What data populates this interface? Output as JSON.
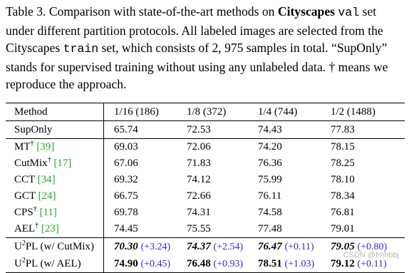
{
  "caption": {
    "label": "Table 3.",
    "text_a": "Comparison with state-of-the-art methods on",
    "dataset": "Cityscapes",
    "split_val": "val",
    "text_b": "set under different partition protocols. All labeled images are selected from the Cityscapes",
    "split_train": "train",
    "text_c": "set, which consists of 2, 975 samples in total. “SupOnly” stands for supervised training without using any unlabeled data. † means we reproduce the approach."
  },
  "header": [
    "Method",
    "1/16 (186)",
    "1/8 (372)",
    "1/4 (744)",
    "1/2 (1488)"
  ],
  "baseline": {
    "name": "SupOnly",
    "values": [
      "65.74",
      "72.53",
      "74.43",
      "77.83"
    ]
  },
  "methods": [
    {
      "name": "MT",
      "mark": "†",
      "ref": "[39]",
      "values": [
        "69.03",
        "72.06",
        "74.20",
        "78.15"
      ]
    },
    {
      "name": "CutMix",
      "mark": "†",
      "ref": "[17]",
      "values": [
        "67.06",
        "71.83",
        "76.36",
        "78.25"
      ]
    },
    {
      "name": "CCT",
      "mark": "",
      "ref": "[34]",
      "values": [
        "69.32",
        "74.12",
        "75.99",
        "78.10"
      ]
    },
    {
      "name": "GCT",
      "mark": "",
      "ref": "[24]",
      "values": [
        "66.75",
        "72.66",
        "76.11",
        "78.34"
      ]
    },
    {
      "name": "CPS",
      "mark": "†",
      "ref": "[11]",
      "values": [
        "69.78",
        "74.31",
        "74.58",
        "76.81"
      ]
    },
    {
      "name": "AEL",
      "mark": "†",
      "ref": "[23]",
      "values": [
        "74.45",
        "75.55",
        "77.48",
        "79.01"
      ]
    }
  ],
  "ours": [
    {
      "name_pre": "U",
      "name_sup": "2",
      "name_post": "PL (w/ CutMix)",
      "values": [
        {
          "v": "70.30",
          "d": "(+3.24)"
        },
        {
          "v": "74.37",
          "d": "(+2.54)"
        },
        {
          "v": "76.47",
          "d": "(+0.11)"
        },
        {
          "v": "79.05",
          "d": "(+0.80)"
        }
      ]
    },
    {
      "name_pre": "U",
      "name_sup": "2",
      "name_post": "PL (w/ AEL)",
      "values": [
        {
          "v": "74.90",
          "d": "(+0.45)"
        },
        {
          "v": "76.48",
          "d": "(+0.93)"
        },
        {
          "v": "78.51",
          "d": "(+1.03)"
        },
        {
          "v": "79.12",
          "d": "(+0.11)"
        }
      ]
    }
  ],
  "watermark": "CSDN @fmhbbj"
}
